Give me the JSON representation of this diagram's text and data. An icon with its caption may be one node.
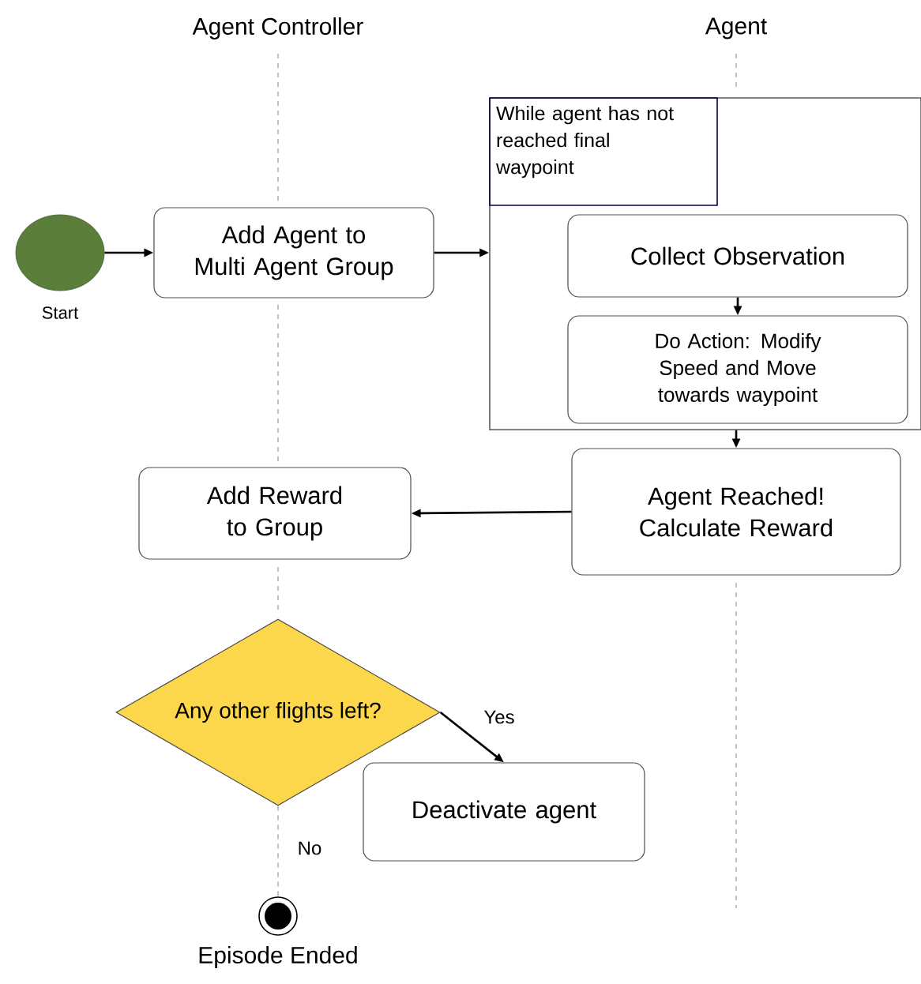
{
  "diagram": {
    "nodes": [
      {
        "text": [],
        "shape": "circle",
        "beside": [
          "Start"
        ]
      },
      {
        "text": [
          "Add Agent to Multi Agent Group"
        ]
      },
      {
        "text": [
          "While agent has not reached final waypoint"
        ]
      },
      {
        "text": [
          "Collect Observation"
        ],
        "in": 2
      },
      {
        "text": [
          "Do Action: Modify Speed and Move towards waypoint"
        ],
        "in": 2
      },
      {
        "text": [
          "Agent Reached! Calculate Reward"
        ]
      },
      {
        "text": [
          "Add Reward to Group"
        ]
      },
      {
        "text": [
          "Any other flights left?"
        ]
      },
      {
        "text": [
          "Deactivate agent"
        ]
      },
      {
        "text": [],
        "shape": "circle",
        "beside": [
          "Episode Ended"
        ]
      }
    ],
    "edges": [
      {
        "from": 0,
        "to": 1,
        "arrow": "to"
      },
      {
        "from": 1,
        "to": 2,
        "arrow": "to"
      },
      {
        "from": 3,
        "to": 4,
        "arrow": "to"
      },
      {
        "from": 2,
        "to": 5,
        "arrow": "to"
      },
      {
        "from": 5,
        "to": 6,
        "arrow": "to"
      },
      {
        "from": 7,
        "to": 8,
        "label": "Yes",
        "arrow": "to"
      },
      {
        "from": 7,
        "to": 9,
        "label": "No",
        "arrow": "none",
        "style": "dashed",
        "color": "#999999"
      }
    ],
    "labels": [
      "Agent Controller",
      "Agent"
    ]
  }
}
